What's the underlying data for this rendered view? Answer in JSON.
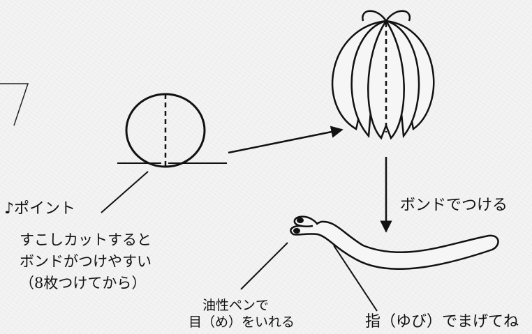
{
  "labels": {
    "point": "♪ポイント",
    "bond": "ボンドでつける",
    "pen_line1": "油性ペンで",
    "pen_line2": "目（め）をいれる",
    "finger": "指（ゆび）でまげてね"
  },
  "note_lines": [
    "すこしカットすると",
    "ボンドがつけやすい",
    "（8枚つけてから）"
  ]
}
